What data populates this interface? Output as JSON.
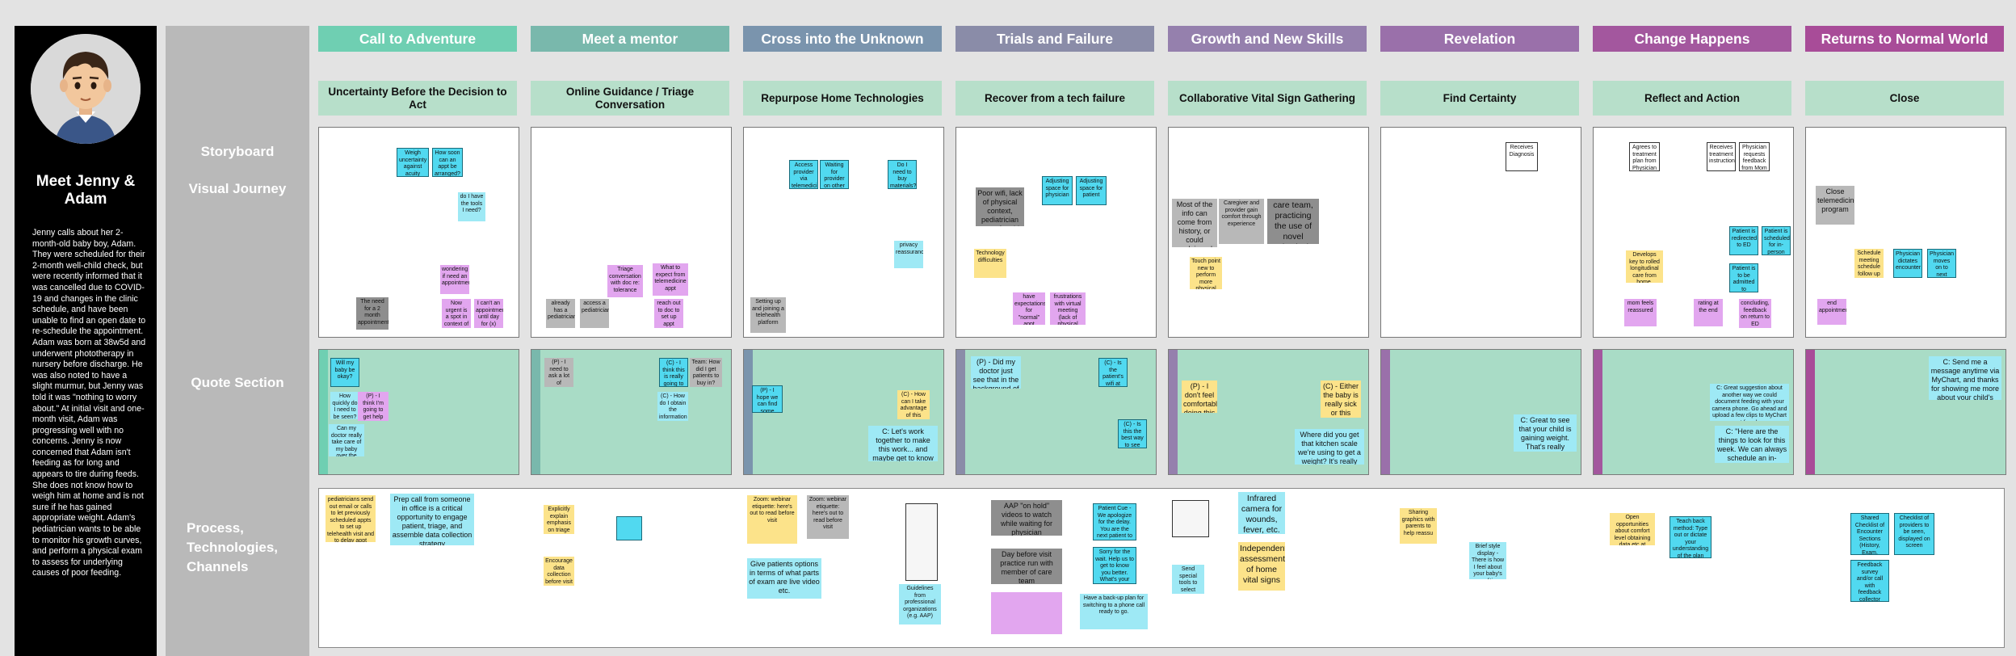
{
  "persona": {
    "name": "Meet Jenny & Adam",
    "bio": "Jenny calls about her 2-month-old baby boy, Adam. They were scheduled for their 2-month well-child check, but were recently informed that it was cancelled due to COVID-19 and changes in the clinic schedule, and have been unable to find an open date to re-schedule the appointment. Adam was born at 38w5d and underwent phototherapy in nursery before discharge. He was also noted to have a slight murmur, but Jenny was told it was \"nothing to worry about.\" At initial visit and one-month visit, Adam was progressing well with no concerns. Jenny is now concerned that Adam isn't feeding as for long and appears to tire during feeds. She does not know how to weigh him at home and is not sure if he has gained appropriate weight. Adam's pediatrician wants to be able to monitor his growth curves, and perform a physical exam to assess for underlying causes of poor feeding."
  },
  "row_labels": {
    "storyboard": "Storyboard",
    "visual_journey": "Visual Journey",
    "quote_section": "Quote Section",
    "process": "Process, Technologies, Channels"
  },
  "colors": {
    "stage1": "#6fcfb2",
    "stage2": "#79b8ac",
    "stage3": "#7a94ad",
    "stage4": "#8a8ca8",
    "stage5": "#9580ad",
    "stage6": "#9a70aa",
    "stage7": "#a3579e",
    "stage8": "#a84c98"
  },
  "stages": [
    {
      "title": "Call to Adventure",
      "subtitle": "Uncertainty Before the Decision to Act"
    },
    {
      "title": "Meet a mentor",
      "subtitle": "Online Guidance / Triage Conversation"
    },
    {
      "title": "Cross into the Unknown",
      "subtitle": "Repurpose Home Technologies"
    },
    {
      "title": "Trials and Failure",
      "subtitle": "Recover from a tech failure"
    },
    {
      "title": "Growth and New Skills",
      "subtitle": "Collaborative Vital Sign Gathering"
    },
    {
      "title": "Revelation",
      "subtitle": "Find Certainty"
    },
    {
      "title": "Change Happens",
      "subtitle": "Reflect and Action"
    },
    {
      "title": "Returns to Normal World",
      "subtitle": "Close"
    }
  ],
  "notes": {
    "s1": {
      "a": "The need for a 2 month appointment",
      "b": "Now urgent is a spot in context of pandemic?",
      "c": "I can't an appointment until day for (x)",
      "d": "wondering if need an appointment",
      "e": "do I have the tools I need?",
      "f": "Weigh uncertainty against acuity",
      "g": "How soon can an appt be arranged?"
    },
    "s2": {
      "a": "already has a pediatrician",
      "b": "access a pediatrician",
      "c": "Triage conversation with doc re: tolerance",
      "d": "What to expect from telemedicine appt",
      "e": "reach out to doc to set up appt"
    },
    "s3": {
      "a": "Setting up and joining a telehealth platform",
      "b": "Access provider via telemedicine",
      "c": "Waiting for provider on other side of line",
      "d": "privacy reassurance",
      "e": "Do I need to buy materials?"
    },
    "s4": {
      "a": "Poor wifi, lack of physical context, pediatrician uncomfortable",
      "b": "Technology difficulties",
      "c": "Adjusting space for physician",
      "d": "Adjusting space for patient",
      "e": "have expectations for \"normal\" appt",
      "f": "frustrations with virtual meeting (lack of physical exam, etc)"
    },
    "s5": {
      "a": "Most of the info can come from history, or could explain red flags to patient, can gauge visually",
      "b": "Caregiver and provider gain comfort through experience",
      "c": "care team, practicing the use of novel physical exam maneuvers",
      "d": "Touch point new to perform more physical exam"
    },
    "s6": {
      "a": "Receives Diagnosis"
    },
    "s7": {
      "a": "Agrees to treatment plan from Physician",
      "b": "Receives treatment instructions",
      "c": "Physician requests feedback from Mom",
      "d": "Develops key to rolled longitudinal care from home, updated by parent",
      "e": "Patient is redirected to ED",
      "f": "Patient is scheduled for in-person visit",
      "g": "Patient is to be admitted to hospital",
      "h": "mom feels reassured",
      "i": "rating at the end",
      "j": "concluding, feedback on return to ED"
    },
    "s8": {
      "a": "Close telemedicine program",
      "b": "Physician dictates encounter",
      "c": "Physician moves on to next encounter",
      "d": "Schedule meeting schedule follow up",
      "e": "end appointment"
    }
  },
  "quotes": {
    "q1": {
      "a": "Will my baby be okay?",
      "b": "Can my doctor really take care of my baby over the internet?",
      "c": "How quickly do I need to be seen?",
      "d": "(P) - I think I'm going to get help"
    },
    "q2": {
      "a": "(C) - I think this is really going to happen",
      "b": "(P) - I need to ask a lot of questions",
      "c": "(C) - How do I obtain the information I need?",
      "d": "Team: How did I get patients to buy in?"
    },
    "q3": {
      "a": "(P) - I hope we can find some answers",
      "b": "(C) - How can I take advantage of this opportunity",
      "c": "C: Let's work together to make this work... and maybe get to know each other better."
    },
    "q4": {
      "a": "(P) - Did my doctor just see that in the background of the video?",
      "b": "(C) - Is the patient's wifi at fault?",
      "c": "(C) - Is this the best way to see the patient?"
    },
    "q5": {
      "a": "(P) - I don't feel comfortable doing this",
      "b": "(C) - Either the baby is really sick or this information is wrong",
      "c": "Where did you get that kitchen scale we're using to get a weight? It's really unique!"
    },
    "q6": {
      "a": "C: Great to see that your child is gaining weight. That's really reassuring."
    },
    "q7": {
      "a": "C: Great suggestion about another way we could document feeding with your camera phone. Go ahead and upload a few clips to MyChart next few days.",
      "b": "C: \"Here are the things to look for this week. We can always schedule an in-person visit if we need to.\""
    },
    "q8": {
      "a": "C: Send me a message anytime via MyChart, and thanks for showing me more about your child's home environment. That's really helpful."
    }
  },
  "process": {
    "p1": "Prep call from someone in office is a critical opportunity to engage patient, triage, and assemble data collection strategy",
    "p2": "pediatricians send out email or calls to let previously scheduled appts to set up telehealth visit and to delay appt",
    "p3": "Explicitly explain emphasis on triage",
    "p4": "Encourage data collection before visit",
    "p5": "Give patients options in terms of what parts of exam are live video etc.",
    "p6": "Zoom: webinar etiquette: here's out to read before visit",
    "p7": "Guidelines from professional organizations (e.g. AAP)",
    "p8": "AAP \"on hold\" videos to watch while waiting for physician",
    "p9": "Day before visit practice run with member of care team",
    "p10": "Have a back-up plan for switching to a phone call ready to go.",
    "p11": "Patient Cue - We apologize for the delay. You are the next patient to be seen!",
    "p12": "Sorry for the wait. Help us to get to know you better. What's your favorite...",
    "p13": "Send special tools to select patients?",
    "p14": "Infrared camera for wounds, fever, etc.",
    "p15": "Independent assessment of home vital signs",
    "p16": "Sharing graphics with parents to help reassu",
    "p17": "Brief style display - There is how I feel about your baby's condition",
    "p18": "Open opportunities about comfort level obtaining data etc at home feedback",
    "p19": "Teach back method: Type out or dictate your understanding of the plan",
    "p20": "Shared Checklist of Encounter Sections (History, Exam, Assessment) on screen",
    "p21": "Checklist of providers to be seen, displayed on screen",
    "p22": "Feedback survey and/or call with feedback collector"
  }
}
